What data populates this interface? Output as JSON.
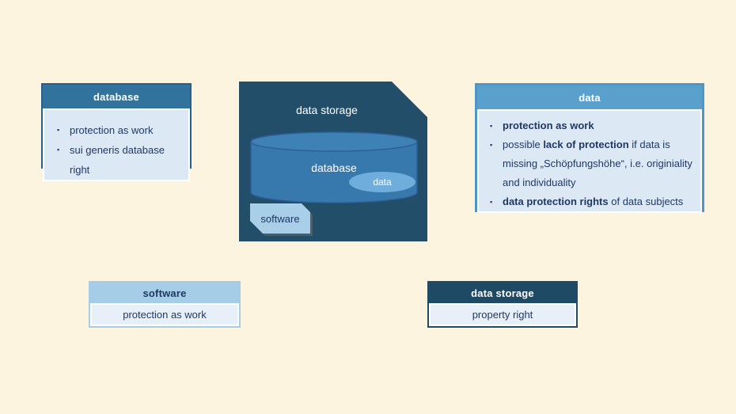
{
  "ui": {
    "bullet": "▪"
  },
  "colors": {
    "background": "#FCF4DF",
    "text_dark": "#1F3864",
    "header_steel": "#31739D",
    "header_sky": "#5AA0CC",
    "header_pale": "#A5CDE7",
    "header_navy": "#1F4A66",
    "panel_body": "#DCE9F5",
    "panel_body_light": "#E7F0F9",
    "shape_navy": "#234E6A",
    "cylinder_fill": "#3879AD",
    "cylinder_stroke": "#2E5F9B",
    "data_ellipse_fill": "#6FAEDC",
    "software_tag_fill": "#A9CFE8"
  },
  "database_box": {
    "title": "database",
    "items": [
      "protection as work",
      "sui generis database right"
    ]
  },
  "data_box": {
    "title": "data",
    "items": [
      {
        "segments": [
          {
            "text": "protection as work",
            "bold": true
          }
        ]
      },
      {
        "segments": [
          {
            "text": "possible ",
            "bold": false
          },
          {
            "text": "lack of protection",
            "bold": true
          },
          {
            "text": " if data is missing „Schöpfungshöhe“, i.e. originiality and individuality",
            "bold": false
          }
        ]
      },
      {
        "segments": [
          {
            "text": "data protection rights",
            "bold": true
          },
          {
            "text": " of data subjects",
            "bold": false
          }
        ]
      }
    ]
  },
  "software_box": {
    "title": "software",
    "body": "protection as work"
  },
  "storage_box": {
    "title": "data storage",
    "body": "property right"
  },
  "diagram": {
    "title": "data storage",
    "cylinder_label": "database",
    "data_label": "data",
    "tag_label": "software"
  }
}
